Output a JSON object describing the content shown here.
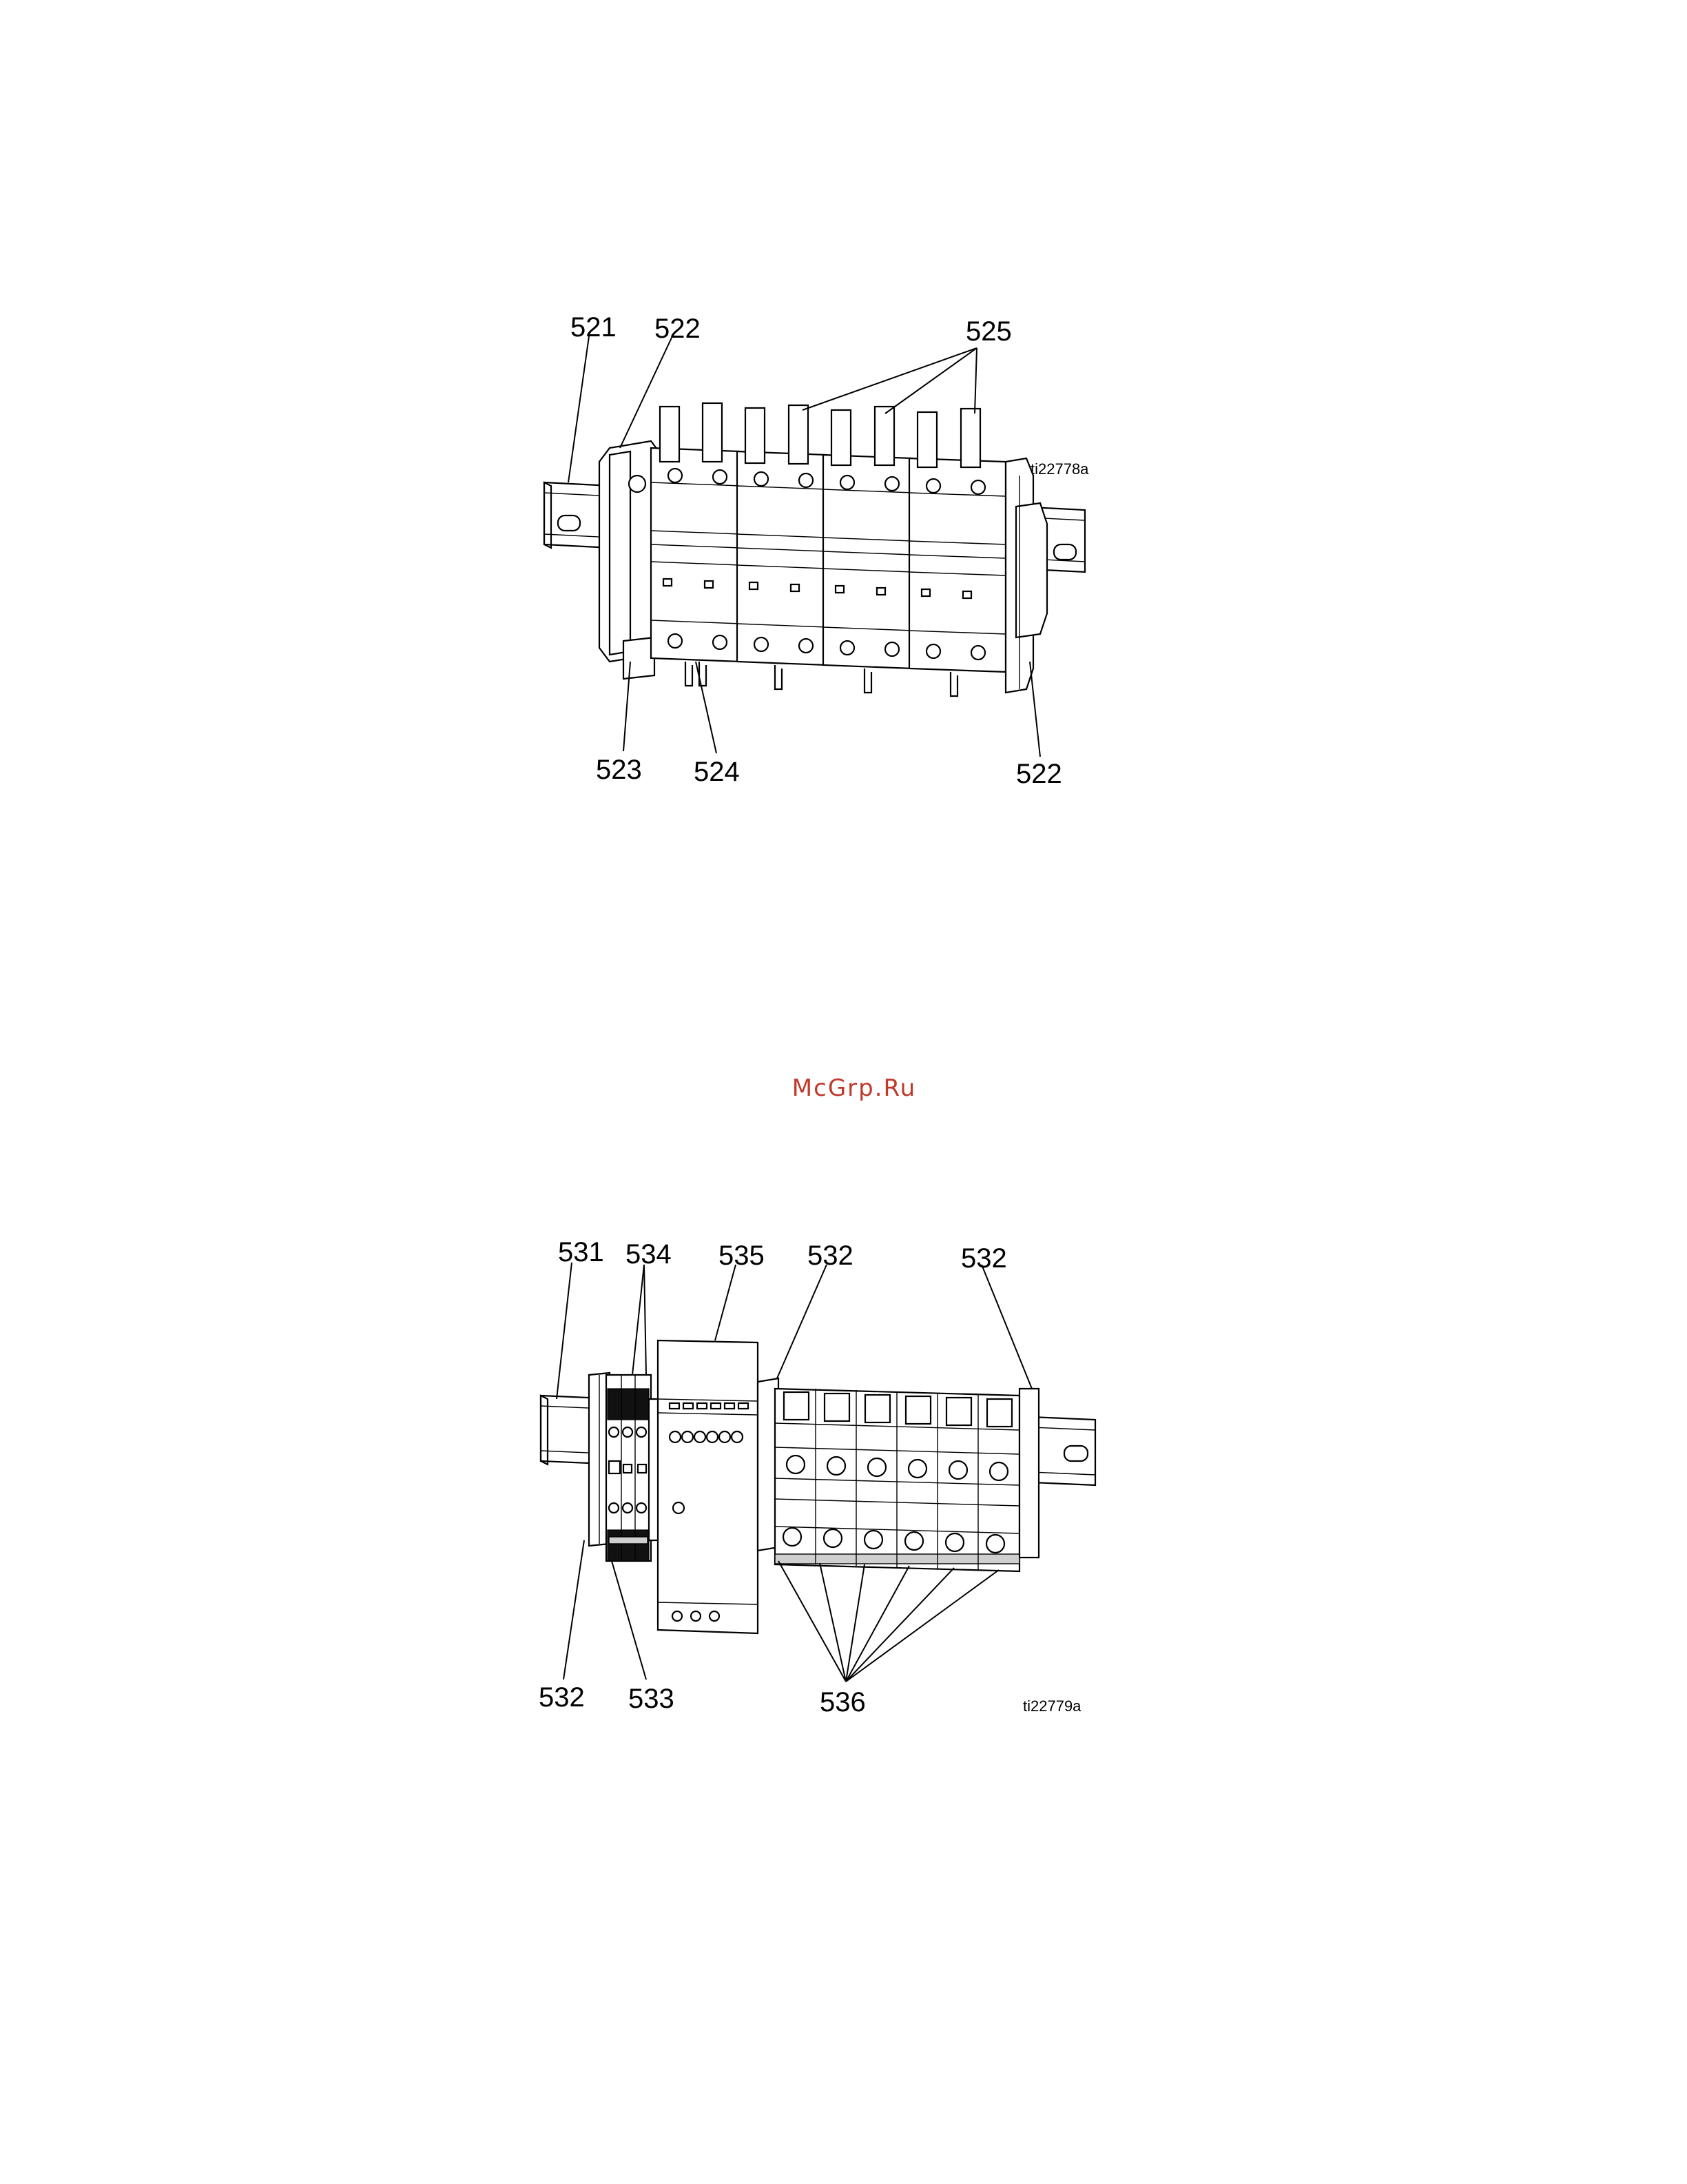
{
  "figure_top": {
    "figure_id": "ti22778a",
    "callouts": [
      {
        "id": "521",
        "label": "521"
      },
      {
        "id": "522a",
        "label": "522"
      },
      {
        "id": "525",
        "label": "525"
      },
      {
        "id": "523",
        "label": "523"
      },
      {
        "id": "524",
        "label": "524"
      },
      {
        "id": "522b",
        "label": "522"
      }
    ]
  },
  "watermark": "McGrp.Ru",
  "figure_bottom": {
    "figure_id": "ti22779a",
    "callouts": [
      {
        "id": "531",
        "label": "531"
      },
      {
        "id": "534",
        "label": "534"
      },
      {
        "id": "535",
        "label": "535"
      },
      {
        "id": "532a",
        "label": "532"
      },
      {
        "id": "532b",
        "label": "532"
      },
      {
        "id": "532c",
        "label": "532"
      },
      {
        "id": "533",
        "label": "533"
      },
      {
        "id": "536",
        "label": "536"
      }
    ]
  },
  "colors": {
    "line": "#000000",
    "background": "#ffffff",
    "watermark": "#c0392b"
  }
}
